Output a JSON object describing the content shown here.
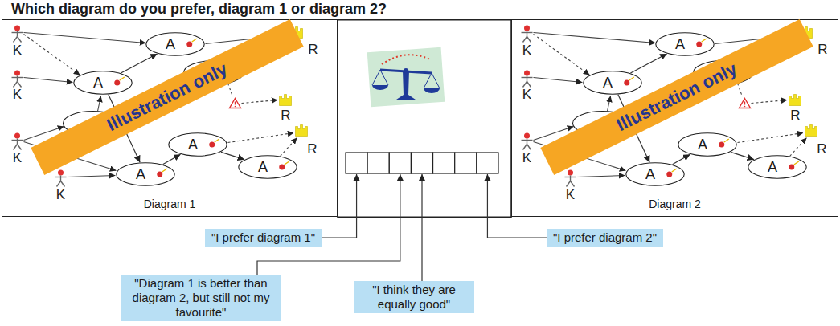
{
  "diagram": {
    "title": "Which diagram do you prefer, diagram 1 or diagram 2?",
    "nodes": [
      {
        "text": [
          "Diagram 1"
        ]
      },
      {
        "text": [
          "A"
        ],
        "in": 0
      },
      {
        "text": [
          "A"
        ],
        "in": 0
      },
      {
        "text": [
          "A"
        ],
        "in": 0
      },
      {
        "text": [
          "A"
        ],
        "in": 0
      },
      {
        "text": [
          "A"
        ],
        "in": 0
      },
      {
        "text": [
          "Illustration only"
        ],
        "in": 0
      },
      {
        "text": [
          "Diagram 2"
        ]
      },
      {
        "text": [
          "A"
        ],
        "in": 7
      },
      {
        "text": [
          "A"
        ],
        "in": 7
      },
      {
        "text": [
          "A"
        ],
        "in": 7
      },
      {
        "text": [
          "A"
        ],
        "in": 7
      },
      {
        "text": [
          "A"
        ],
        "in": 7
      },
      {
        "text": [
          "Illustration only"
        ],
        "in": 7
      },
      {
        "text": [
          "\"I prefer diagram 1\""
        ]
      },
      {
        "text": [
          "\"Diagram 1 is better than diagram 2, but still not my favourite\""
        ]
      },
      {
        "text": [
          "\"I think they are equally good\""
        ]
      },
      {
        "text": [
          "\"I prefer diagram 2\""
        ]
      }
    ],
    "edges": [
      {
        "from": 2,
        "to": 1,
        "arrow": "to"
      },
      {
        "from": 2,
        "to": 5,
        "arrow": "to"
      },
      {
        "from": 5,
        "to": 3,
        "arrow": "to"
      },
      {
        "from": 3,
        "to": 4,
        "arrow": "to"
      },
      {
        "from": 9,
        "to": 8,
        "arrow": "to"
      },
      {
        "from": 9,
        "to": 12,
        "arrow": "to"
      },
      {
        "from": 12,
        "to": 10,
        "arrow": "to"
      },
      {
        "from": 10,
        "to": 11,
        "arrow": "to"
      }
    ],
    "labels": [
      "K",
      "K",
      "K",
      "K",
      "R",
      "R",
      "R",
      "K",
      "K",
      "K",
      "K",
      "R",
      "R",
      "R"
    ]
  }
}
